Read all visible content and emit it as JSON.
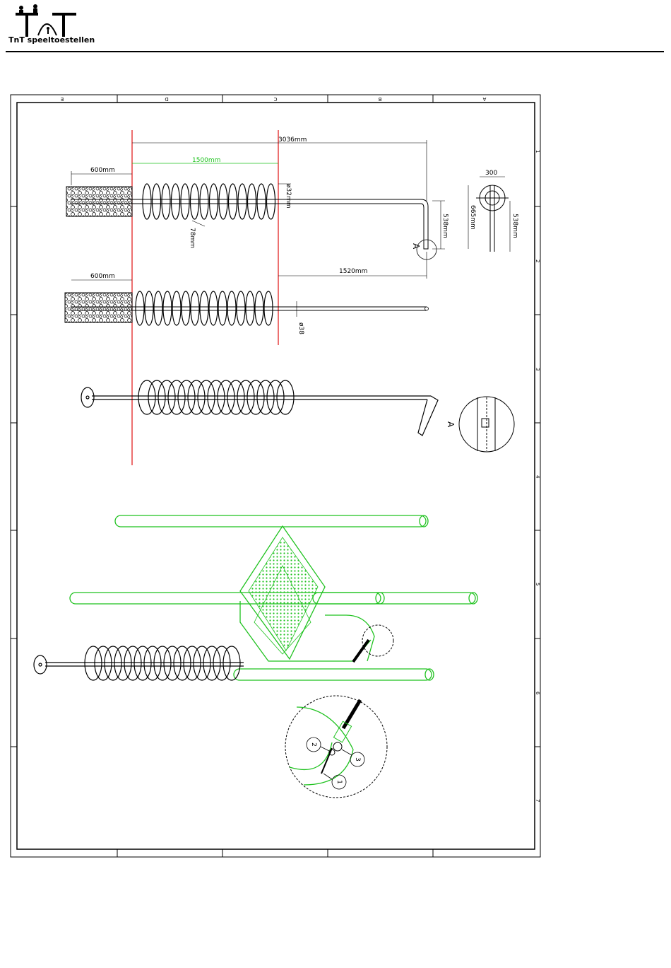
{
  "brand": {
    "name": "TnT speeltoestellen"
  },
  "frame": {
    "columns": [
      "E",
      "D",
      "C",
      "B",
      "A"
    ],
    "rows": [
      "1",
      "2",
      "3",
      "4",
      "5",
      "6",
      "7"
    ]
  },
  "dims": {
    "total_length": "3036mm",
    "coil_length": "1500mm",
    "ground_depth_top": "600mm",
    "ground_depth_mid": "600mm",
    "straight_length": "1520mm",
    "pitch": "78mm",
    "coil_tube": "ø32mm",
    "rod_dia": "ø38",
    "height": "538mm",
    "end_width": "300",
    "end_height_outer": "665mm",
    "end_height_inner": "538mm"
  },
  "detail": {
    "view_label": "A",
    "view_label_ref": "A",
    "callouts": [
      "1",
      "2",
      "3"
    ]
  },
  "colors": {
    "red": "#e01010",
    "green": "#1fc21f",
    "line": "#000000"
  }
}
